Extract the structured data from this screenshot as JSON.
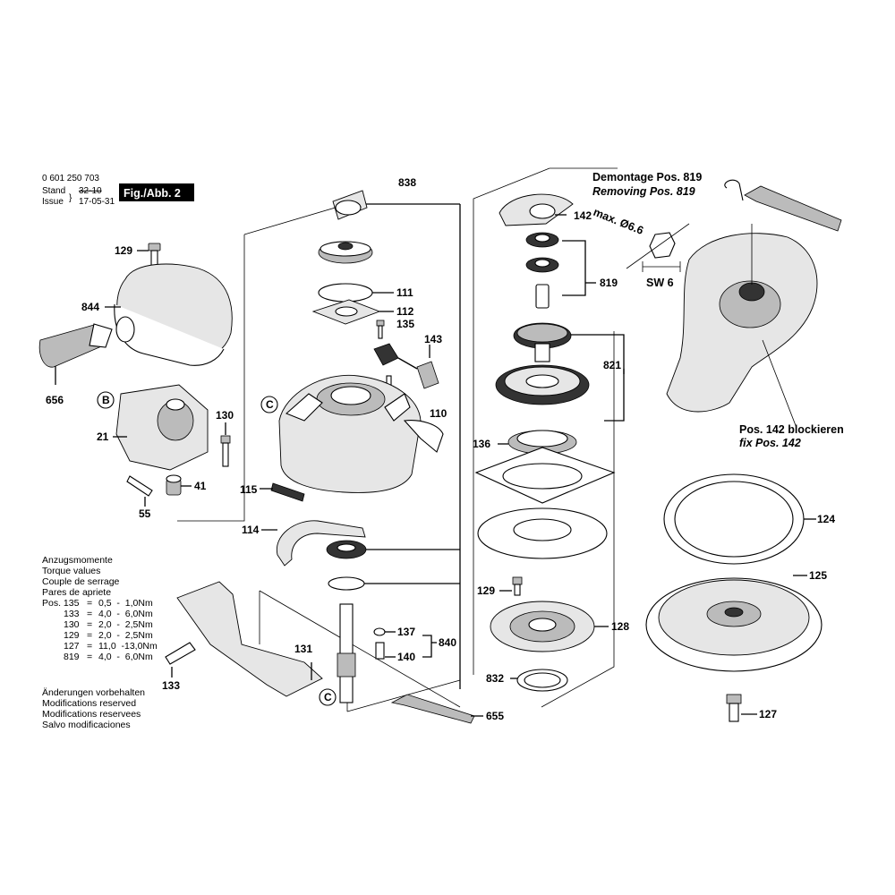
{
  "header": {
    "part_number": "0 601 250 703",
    "stand_label": "Stand",
    "stand_value": "32-10",
    "issue_label": "Issue",
    "issue_value": "17-05-31",
    "figure_label": "Fig./Abb. 2"
  },
  "part_labels": [
    "838",
    "142",
    "129",
    "844",
    "111",
    "819",
    "112",
    "135",
    "143",
    "656",
    "821",
    "B",
    "130",
    "C",
    "110",
    "21",
    "136",
    "41",
    "115",
    "55",
    "124",
    "114",
    "125",
    "129",
    "128",
    "137",
    "840",
    "131",
    "140",
    "832",
    "133",
    "C",
    "655",
    "127"
  ],
  "torque": {
    "titles": [
      "Anzugsmomente",
      "Torque values",
      "Couple de serrage",
      "Pares de apriete"
    ],
    "rows": [
      {
        "pos": "Pos. 135",
        "eq": "=",
        "range": "0,5  -  1,0Nm"
      },
      {
        "pos": "133",
        "eq": "=",
        "range": "4,0  -  6,0Nm"
      },
      {
        "pos": "130",
        "eq": "=",
        "range": "2,0  -  2,5Nm"
      },
      {
        "pos": "129",
        "eq": "=",
        "range": "2,0  -  2,5Nm"
      },
      {
        "pos": "127",
        "eq": "=",
        "range": "11,0  -13,0Nm"
      },
      {
        "pos": "819",
        "eq": "=",
        "range": "4,0  -  6,0Nm"
      }
    ]
  },
  "notes": [
    "Änderungen vorbehalten",
    "Modifications reserved",
    "Modifications reservees",
    "Salvo modificaciones"
  ],
  "detail": {
    "title_de": "Demontage Pos. 819",
    "title_en": "Removing Pos. 819",
    "max_label": "max. Ø6.6",
    "sw_label": "SW 6",
    "block_de": "Pos. 142 blockieren",
    "block_en": "fix Pos. 142"
  }
}
